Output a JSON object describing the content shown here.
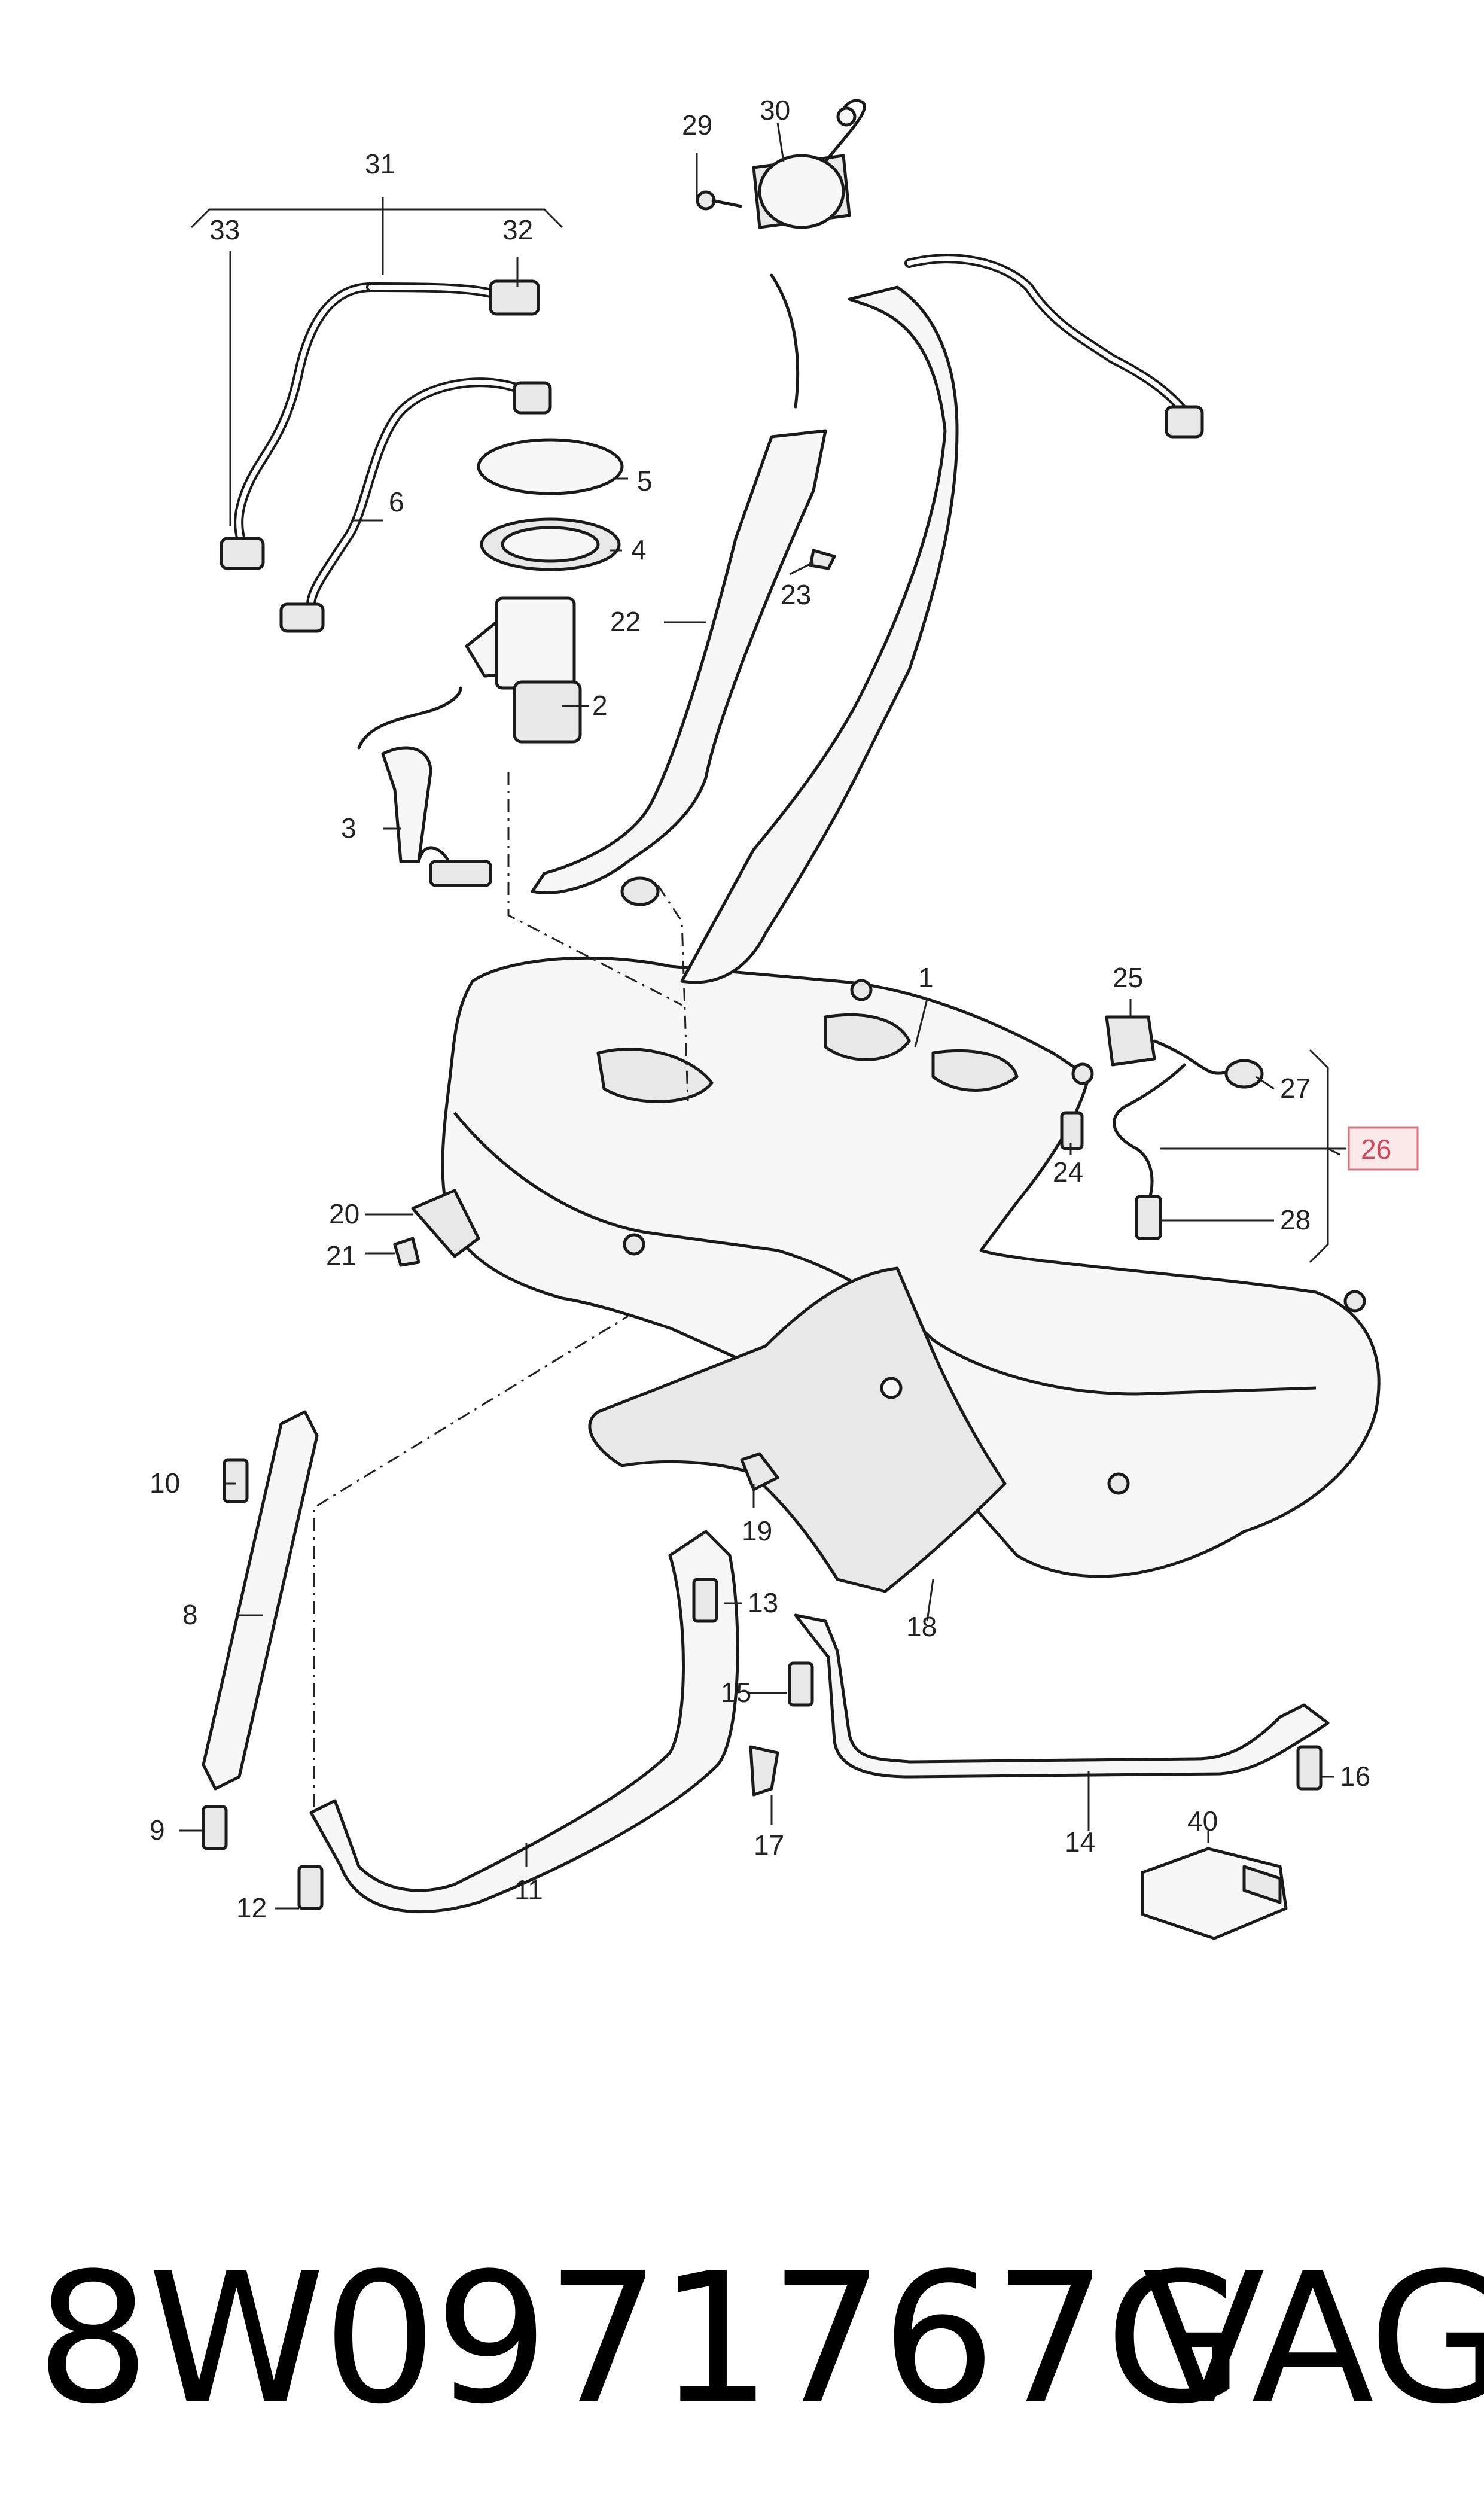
{
  "callouts": {
    "c1": "1",
    "c2": "2",
    "c3": "3",
    "c4": "4",
    "c5": "5",
    "c6": "6",
    "c8": "8",
    "c9": "9",
    "c10": "10",
    "c11": "11",
    "c12": "12",
    "c13": "13",
    "c14": "14",
    "c15": "15",
    "c16": "16",
    "c17": "17",
    "c18": "18",
    "c19": "19",
    "c20": "20",
    "c21": "21",
    "c22": "22",
    "c23": "23",
    "c24": "24",
    "c25": "25",
    "c26": "26",
    "c27": "27",
    "c28": "28",
    "c29": "29",
    "c30": "30",
    "c31": "31",
    "c32": "32",
    "c33": "33",
    "c40": "40"
  },
  "highlight": {
    "callout": "26",
    "fill": "#fbe9ea",
    "stroke": "#e0707a",
    "text_color": "#d2485a"
  },
  "footer": {
    "part_number": "8W0971767G",
    "brand": "VAG"
  }
}
